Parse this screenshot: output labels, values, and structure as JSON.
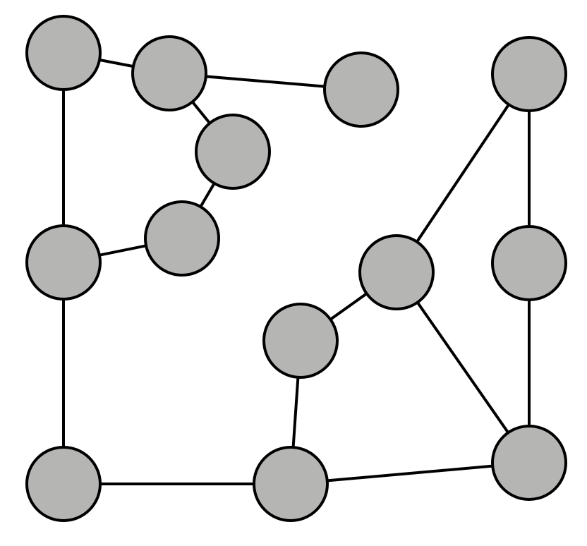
{
  "diagram": {
    "type": "undirected-graph",
    "colors": {
      "background": "#ffffff",
      "node_fill": "#b5b6b4",
      "node_stroke": "#000000",
      "edge_stroke": "#000000"
    },
    "nodes": [
      {
        "id": "n1"
      },
      {
        "id": "n2"
      },
      {
        "id": "n3"
      },
      {
        "id": "n4"
      },
      {
        "id": "n5"
      },
      {
        "id": "n6"
      },
      {
        "id": "n7"
      },
      {
        "id": "n8"
      },
      {
        "id": "n9"
      },
      {
        "id": "n10"
      },
      {
        "id": "n11"
      },
      {
        "id": "n12"
      },
      {
        "id": "n13"
      },
      {
        "id": "n14"
      }
    ],
    "edges": [
      [
        "n1",
        "n2"
      ],
      [
        "n2",
        "n3"
      ],
      [
        "n2",
        "n5"
      ],
      [
        "n5",
        "n6"
      ],
      [
        "n6",
        "n7"
      ],
      [
        "n1",
        "n7"
      ],
      [
        "n7",
        "n12"
      ],
      [
        "n12",
        "n13"
      ],
      [
        "n13",
        "n10"
      ],
      [
        "n10",
        "n9"
      ],
      [
        "n9",
        "n4"
      ],
      [
        "n9",
        "n14"
      ],
      [
        "n4",
        "n8"
      ],
      [
        "n8",
        "n14"
      ],
      [
        "n14",
        "n13"
      ]
    ]
  }
}
